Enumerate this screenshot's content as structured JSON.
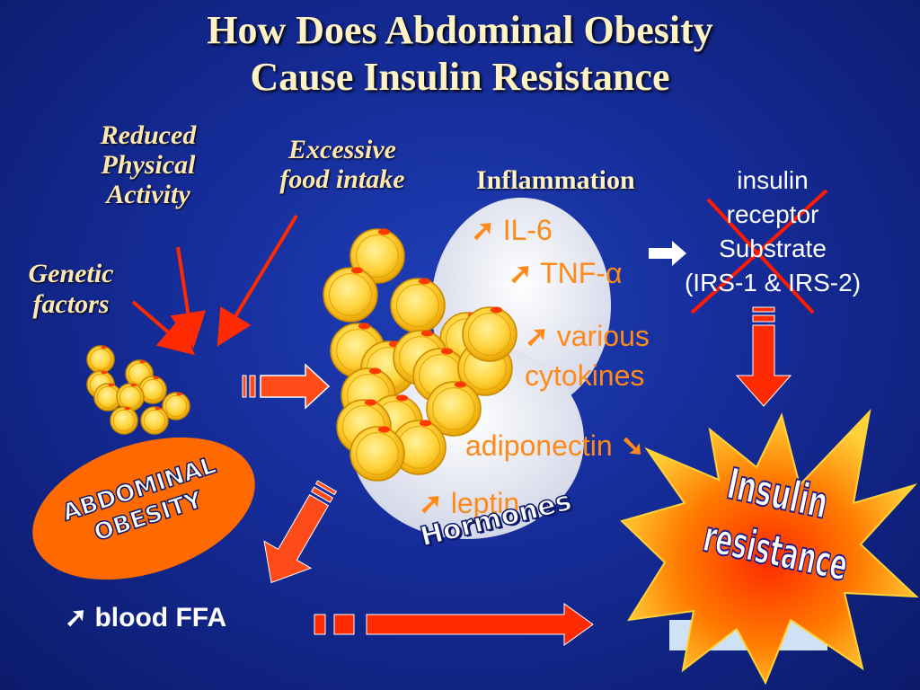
{
  "title": {
    "line1": "How Does Abdominal Obesity",
    "line2": "Cause Insulin Resistance"
  },
  "labels": {
    "reduced": [
      "Reduced",
      "Physical",
      "Activity"
    ],
    "excessive": [
      "Excessive",
      "food intake"
    ],
    "genetic": [
      "Genetic",
      "factors"
    ],
    "inflammation": "Inflammation",
    "irs": [
      "insulin",
      "receptor",
      "Substrate",
      "(IRS-1 & IRS-2)"
    ],
    "il6": "IL-6",
    "tnf": "TNF-α",
    "various": [
      "various",
      "cytokines"
    ],
    "adiponectin": "adiponectin",
    "leptin": "leptin",
    "hormones": "Hormones",
    "abdominal_obesity": [
      "ABDOMINAL",
      "OBESITY"
    ],
    "blood_ffa": "blood FFA",
    "insulin_resistance": [
      "Insulin",
      "resistance"
    ]
  },
  "icons": {
    "up": "north-east-arrow",
    "down": "south-east-arrow"
  },
  "colors": {
    "title": "#fff2c4",
    "accent": "#ff8a1a",
    "arrow_red": "#ff2a00",
    "fat_cell": "#ffd23a"
  }
}
